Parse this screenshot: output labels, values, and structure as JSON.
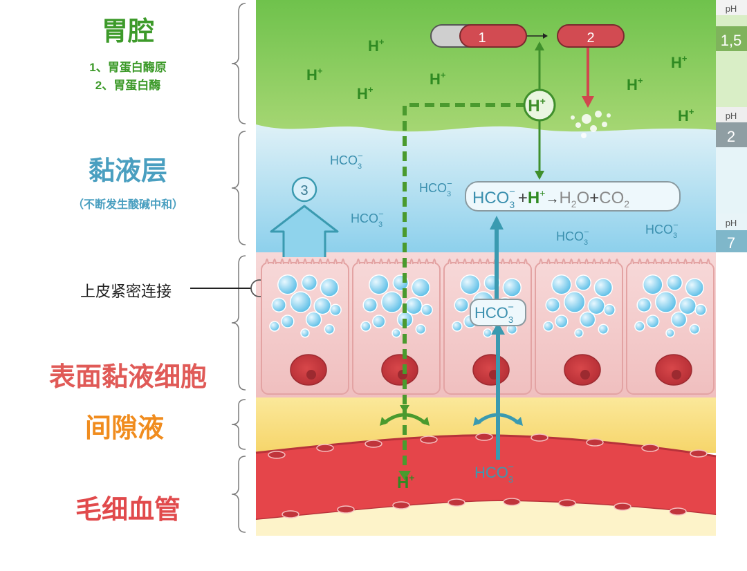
{
  "colors": {
    "lumen_green": "#3d9a2a",
    "mucus_blue": "#4a9fc0",
    "cell_red": "#e05a57",
    "interstitial_orange": "#f08c1e",
    "capillary_red": "#e14a4c",
    "h_arrow_green": "#4a9a2e",
    "hco3_arrow_teal": "#3a9ab0",
    "enzyme_red": "#c8424a"
  },
  "labels": {
    "lumen_title": "胃腔",
    "lumen_sub_1": "1、胃蛋白酶原",
    "lumen_sub_2": "2、胃蛋白酶",
    "mucus_title": "黏液层",
    "mucus_sub": "（不断发生酸碱中和）",
    "tight_junction": "上皮紧密连接",
    "cells_title": "表面黏液细胞",
    "interstitial_title": "间隙液",
    "capillary_title": "毛细血管"
  },
  "ph_scale": {
    "unit": "pH",
    "values": [
      "1,5",
      "2",
      "7"
    ]
  },
  "diagram": {
    "enzyme_1": "1",
    "enzyme_2": "2",
    "h_plus": "H",
    "plus_sup": "+",
    "hco3": "HCO",
    "sub_3": "3",
    "minus_sup": "−",
    "reaction_plus": "+",
    "reaction_arrow": "→",
    "h2o_h": "H",
    "h2o_sub": "2",
    "h2o_o": "O",
    "co2": "CO",
    "co2_sub": "2",
    "mucus_secretion_marker": "3"
  }
}
